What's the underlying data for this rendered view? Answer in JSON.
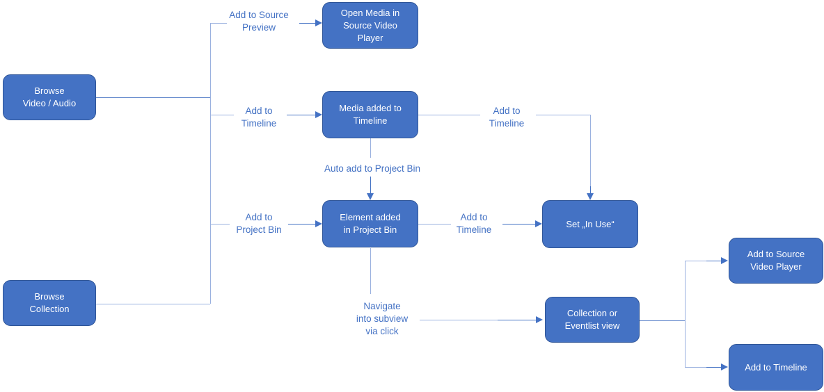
{
  "diagram": {
    "type": "flowchart",
    "nodes": [
      {
        "id": "browse-video-audio",
        "text": "Browse\nVideo / Audio"
      },
      {
        "id": "browse-collection",
        "text": "Browse\nCollection"
      },
      {
        "id": "open-media-in-source-video-player",
        "text": "Open Media in\nSource Video\nPlayer"
      },
      {
        "id": "media-added-to-timeline",
        "text": "Media added to\nTimeline"
      },
      {
        "id": "element-added-in-project-bin",
        "text": "Element added\nin Project Bin"
      },
      {
        "id": "set-in-use",
        "text": "Set „In Use“"
      },
      {
        "id": "collection-or-eventlist-view",
        "text": "Collection or\nEventlist view"
      },
      {
        "id": "add-to-source-video-player",
        "text": "Add to Source\nVideo Player"
      },
      {
        "id": "add-to-timeline",
        "text": "Add to Timeline"
      }
    ],
    "edge_labels": [
      {
        "id": "add-to-source-preview",
        "text": "Add to Source\nPreview"
      },
      {
        "id": "add-to-timeline-left",
        "text": "Add to\nTimeline"
      },
      {
        "id": "add-to-timeline-top-right",
        "text": "Add to\nTimeline"
      },
      {
        "id": "auto-add-to-project-bin",
        "text": "Auto add to Project Bin"
      },
      {
        "id": "add-to-project-bin",
        "text": "Add to\nProject Bin"
      },
      {
        "id": "add-to-timeline-mid",
        "text": "Add to\nTimeline"
      },
      {
        "id": "navigate-into-subview",
        "text": "Navigate\ninto subview\nvia click"
      }
    ],
    "colors": {
      "node_fill": "#4472C4",
      "node_border": "#2F5597",
      "node_text": "#FFFFFF",
      "label_text": "#4472C4",
      "connector": "#9AB1DF",
      "connector_dark": "#5C83C9",
      "arrow": "#4472C4",
      "background": "#FFFFFF"
    }
  }
}
